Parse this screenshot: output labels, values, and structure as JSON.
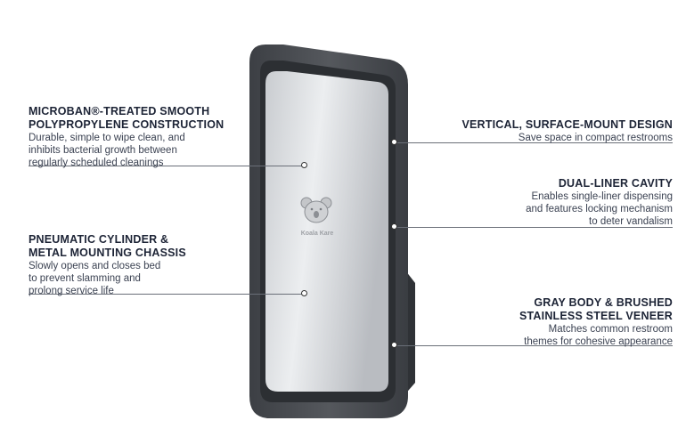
{
  "callouts": {
    "microban": {
      "title_line1": "MICROBAN®-TREATED SMOOTH",
      "title_line2": "POLYPROPYLENE CONSTRUCTION",
      "desc_line1": "Durable, simple to wipe clean, and",
      "desc_line2": "inhibits bacterial growth between",
      "desc_line3": "regularly scheduled cleanings"
    },
    "pneumatic": {
      "title_line1": "PNEUMATIC CYLINDER &",
      "title_line2": "METAL MOUNTING CHASSIS",
      "desc_line1": "Slowly opens and closes bed",
      "desc_line2": "to prevent slamming and",
      "desc_line3": "prolong service life"
    },
    "vertical": {
      "title_line1": "VERTICAL, SURFACE-MOUNT DESIGN",
      "desc_line1": "Save space in compact restrooms"
    },
    "dual_liner": {
      "title_line1": "DUAL-LINER CAVITY",
      "desc_line1": "Enables single-liner dispensing",
      "desc_line2": "and features locking mechanism",
      "desc_line3": "to deter vandalism"
    },
    "gray_body": {
      "title_line1": "GRAY BODY & BRUSHED",
      "title_line2": "STAINLESS STEEL VENEER",
      "desc_line1": "Matches common restroom",
      "desc_line2": "themes for cohesive appearance"
    }
  },
  "product": {
    "logo_text": "Koala Kare",
    "icon": "koala-logo-icon",
    "body_color": "#4a4d52",
    "panel_color": "#d7d9dc"
  }
}
